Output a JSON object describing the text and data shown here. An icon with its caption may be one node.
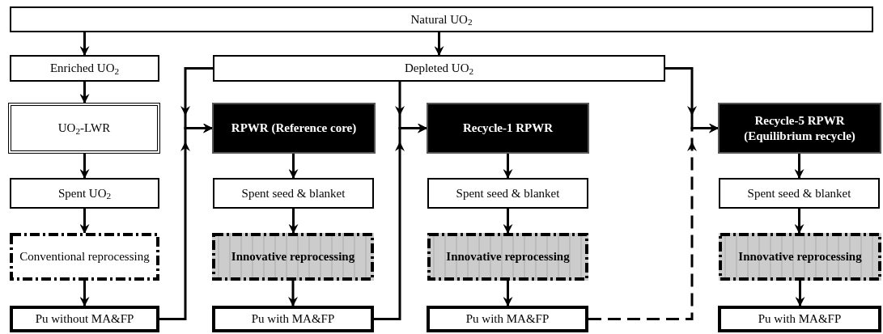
{
  "diagram": {
    "nodes": [
      {
        "text": [
          "Natural UO$_{2}$"
        ]
      },
      {
        "text": [
          "Enriched UO$_{2}$"
        ]
      },
      {
        "text": [
          "Depleted UO$_{2}$"
        ]
      },
      {
        "text": [
          "UO$_{2}$-LWR"
        ]
      },
      {
        "text": [
          "RPWR (Reference core)"
        ]
      },
      {
        "text": [
          "Recycle-1 RPWR"
        ]
      },
      {
        "text": [
          "Recycle-5 RPWR (Equilibrium recycle)"
        ]
      },
      {
        "text": [
          "Spent UO$_{2}$"
        ]
      },
      {
        "text": [
          "Spent seed & blanket"
        ]
      },
      {
        "text": [
          "Spent seed & blanket"
        ]
      },
      {
        "text": [
          "Spent seed & blanket"
        ]
      },
      {
        "text": [
          "Conventional reprocessing"
        ]
      },
      {
        "text": [
          "Innovative reprocessing"
        ]
      },
      {
        "text": [
          "Innovative reprocessing"
        ]
      },
      {
        "text": [
          "Innovative reprocessing"
        ]
      },
      {
        "text": [
          "Pu without MA&FP"
        ]
      },
      {
        "text": [
          "Pu with MA&FP"
        ]
      },
      {
        "text": [
          "Pu with MA&FP"
        ]
      },
      {
        "text": [
          "Pu with MA&FP"
        ]
      }
    ],
    "edges": [
      {
        "from": 0,
        "to": 1,
        "arrow": "to"
      },
      {
        "from": 0,
        "to": 2,
        "arrow": "to"
      },
      {
        "from": 1,
        "to": 3,
        "arrow": "to"
      },
      {
        "from": 3,
        "to": 7,
        "arrow": "to"
      },
      {
        "from": 7,
        "to": 11,
        "arrow": "to"
      },
      {
        "from": 11,
        "to": 15,
        "arrow": "to"
      },
      {
        "from": 2,
        "to": 4,
        "arrow": "to"
      },
      {
        "from": 15,
        "to": 4,
        "arrow": "to"
      },
      {
        "from": 4,
        "to": 8,
        "arrow": "to"
      },
      {
        "from": 8,
        "to": 12,
        "arrow": "to"
      },
      {
        "from": 12,
        "to": 16,
        "arrow": "to"
      },
      {
        "from": 2,
        "to": 5,
        "arrow": "to"
      },
      {
        "from": 16,
        "to": 5,
        "arrow": "to"
      },
      {
        "from": 5,
        "to": 9,
        "arrow": "to"
      },
      {
        "from": 9,
        "to": 13,
        "arrow": "to"
      },
      {
        "from": 13,
        "to": 17,
        "arrow": "to"
      },
      {
        "from": 2,
        "to": 6,
        "arrow": "to"
      },
      {
        "from": 17,
        "to": 6,
        "arrow": "to",
        "style": "dashed"
      },
      {
        "from": 6,
        "to": 10,
        "arrow": "to"
      },
      {
        "from": 10,
        "to": 14,
        "arrow": "to"
      },
      {
        "from": 14,
        "to": 18,
        "arrow": "to"
      }
    ]
  }
}
